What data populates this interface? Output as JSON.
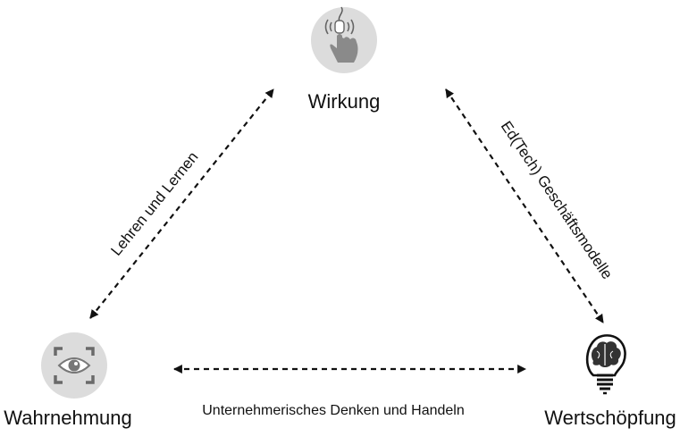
{
  "nodes": {
    "top": {
      "label": "Wirkung",
      "icon": "touch-hand-icon"
    },
    "left": {
      "label": "Wahrnehmung",
      "icon": "eye-scan-icon"
    },
    "right": {
      "label": "Wertschöpfung",
      "icon": "brain-lightbulb-icon"
    }
  },
  "edges": {
    "left_edge": {
      "label": "Lehren und Lernen",
      "style": "dashed",
      "arrows": "both"
    },
    "right_edge": {
      "label": "Ed(Tech) Geschäftsmodelle",
      "style": "dashed",
      "arrows": "both"
    },
    "bottom_edge": {
      "label": "Unternehmerisches Denken und Handeln",
      "style": "dashed",
      "arrows": "both"
    }
  },
  "colors": {
    "icon_circle": "#dcdcdc",
    "icon_gray": "#8a8a8a",
    "arrow": "#111111"
  }
}
